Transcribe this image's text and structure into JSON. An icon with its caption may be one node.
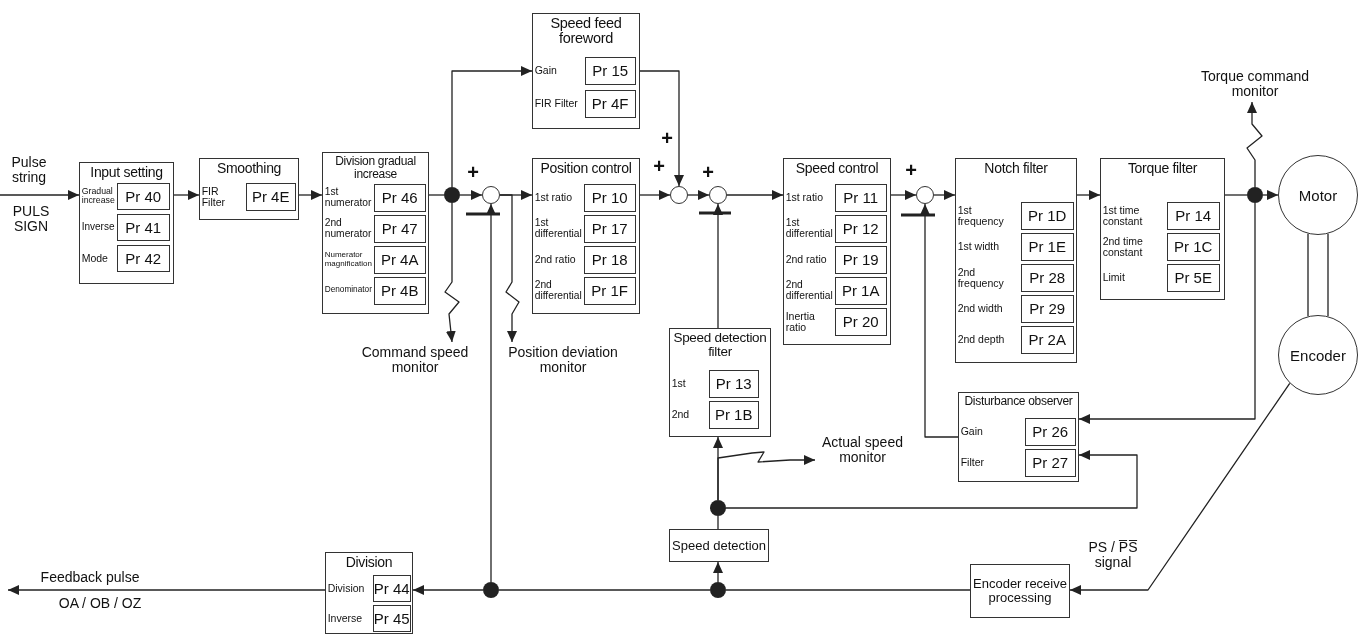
{
  "diagram": {
    "nodes": [
      {
        "text": [
          "Input setting"
        ]
      },
      {
        "text": [
          "Pr 40"
        ],
        "in": 0,
        "beside": [
          "Gradual increase"
        ]
      },
      {
        "text": [
          "Pr 41"
        ],
        "in": 0,
        "beside": [
          "Inverse"
        ]
      },
      {
        "text": [
          "Pr 42"
        ],
        "in": 0,
        "beside": [
          "Mode"
        ]
      },
      {
        "text": [
          "Smoothing"
        ]
      },
      {
        "text": [
          "Pr 4E"
        ],
        "in": 4,
        "beside": [
          "FIR Filter"
        ]
      },
      {
        "text": [
          "Division gradual increase"
        ]
      },
      {
        "text": [
          "Pr 46"
        ],
        "in": 6,
        "beside": [
          "1st numerator"
        ]
      },
      {
        "text": [
          "Pr 47"
        ],
        "in": 6,
        "beside": [
          "2nd numerator"
        ]
      },
      {
        "text": [
          "Pr 4A"
        ],
        "in": 6,
        "beside": [
          "Numerator magnification"
        ]
      },
      {
        "text": [
          "Pr 4B"
        ],
        "in": 6,
        "beside": [
          "Denominator"
        ]
      },
      {
        "text": [
          "Speed feed foreword"
        ]
      },
      {
        "text": [
          "Pr 15"
        ],
        "in": 11,
        "beside": [
          "Gain"
        ]
      },
      {
        "text": [
          "Pr 4F"
        ],
        "in": 11,
        "beside": [
          "FIR Filter"
        ]
      },
      {
        "text": [
          "Position control"
        ]
      },
      {
        "text": [
          "Pr 10"
        ],
        "in": 14,
        "beside": [
          "1st ratio"
        ]
      },
      {
        "text": [
          "Pr 17"
        ],
        "in": 14,
        "beside": [
          "1st differential"
        ]
      },
      {
        "text": [
          "Pr 18"
        ],
        "in": 14,
        "beside": [
          "2nd ratio"
        ]
      },
      {
        "text": [
          "Pr 1F"
        ],
        "in": 14,
        "beside": [
          "2nd differential"
        ]
      },
      {
        "text": [
          "Speed control"
        ]
      },
      {
        "text": [
          "Pr 11"
        ],
        "in": 19,
        "beside": [
          "1st ratio"
        ]
      },
      {
        "text": [
          "Pr 12"
        ],
        "in": 19,
        "beside": [
          "1st differential"
        ]
      },
      {
        "text": [
          "Pr 19"
        ],
        "in": 19,
        "beside": [
          "2nd ratio"
        ]
      },
      {
        "text": [
          "Pr 1A"
        ],
        "in": 19,
        "beside": [
          "2nd differential"
        ]
      },
      {
        "text": [
          "Pr 20"
        ],
        "in": 19,
        "beside": [
          "Inertia ratio"
        ]
      },
      {
        "text": [
          "Notch filter"
        ]
      },
      {
        "text": [
          "Pr 1D"
        ],
        "in": 25,
        "beside": [
          "1st frequency"
        ]
      },
      {
        "text": [
          "Pr 1E"
        ],
        "in": 25,
        "beside": [
          "1st width"
        ]
      },
      {
        "text": [
          "Pr 28"
        ],
        "in": 25,
        "beside": [
          "2nd frequency"
        ]
      },
      {
        "text": [
          "Pr 29"
        ],
        "in": 25,
        "beside": [
          "2nd width"
        ]
      },
      {
        "text": [
          "Pr 2A"
        ],
        "in": 25,
        "beside": [
          "2nd depth"
        ]
      },
      {
        "text": [
          "Torque filter"
        ]
      },
      {
        "text": [
          "Pr 14"
        ],
        "in": 31,
        "beside": [
          "1st time constant"
        ]
      },
      {
        "text": [
          "Pr 1C"
        ],
        "in": 31,
        "beside": [
          "2nd time constant"
        ]
      },
      {
        "text": [
          "Pr 5E"
        ],
        "in": 31,
        "beside": [
          "Limit"
        ]
      },
      {
        "text": [
          "Torque command monitor"
        ]
      },
      {
        "text": [
          "Motor"
        ]
      },
      {
        "text": [
          "Encoder"
        ]
      },
      {
        "text": [
          "Speed detection filter"
        ]
      },
      {
        "text": [
          "Pr 13"
        ],
        "in": 38,
        "beside": [
          "1st"
        ]
      },
      {
        "text": [
          "Pr 1B"
        ],
        "in": 38,
        "beside": [
          "2nd"
        ]
      },
      {
        "text": [
          "Disturbance observer"
        ]
      },
      {
        "text": [
          "Pr 26"
        ],
        "in": 41,
        "beside": [
          "Gain"
        ]
      },
      {
        "text": [
          "Pr 27"
        ],
        "in": 41,
        "beside": [
          "Filter"
        ]
      },
      {
        "text": [
          "Command speed monitor"
        ]
      },
      {
        "text": [
          "Position deviation monitor"
        ]
      },
      {
        "text": [
          "Actual speed monitor"
        ]
      },
      {
        "text": [
          "Speed detection"
        ]
      },
      {
        "text": [
          "Division"
        ]
      },
      {
        "text": [
          "Pr 44"
        ],
        "in": 48,
        "beside": [
          "Division"
        ]
      },
      {
        "text": [
          "Pr 45"
        ],
        "in": 48,
        "beside": [
          "Inverse"
        ]
      },
      {
        "text": [
          "Encoder receive processing"
        ]
      },
      {
        "text": [],
        "shape": "circle"
      },
      {
        "text": [],
        "shape": "circle"
      },
      {
        "text": [],
        "shape": "circle"
      },
      {
        "text": [],
        "shape": "circle"
      },
      {
        "text": [],
        "shape": "circle"
      },
      {
        "text": [],
        "shape": "circle"
      },
      {
        "text": [],
        "shape": "circle"
      },
      {
        "text": [],
        "shape": "circle"
      },
      {
        "text": [],
        "shape": "circle"
      }
    ],
    "edges": [
      {
        "from": null,
        "to": 0,
        "arrow": "to",
        "label": "Pulse string"
      },
      {
        "from": 0,
        "to": 4,
        "arrow": "to"
      },
      {
        "from": 4,
        "to": 6,
        "arrow": "to"
      },
      {
        "from": 6,
        "to": 52,
        "arrow": "none"
      },
      {
        "from": 52,
        "to": 53,
        "arrow": "to"
      },
      {
        "from": 52,
        "to": 11,
        "arrow": "to"
      },
      {
        "from": 52,
        "to": 44,
        "arrow": "to"
      },
      {
        "from": 53,
        "to": 14,
        "arrow": "to"
      },
      {
        "from": 53,
        "to": 45,
        "arrow": "to"
      },
      {
        "from": 14,
        "to": 54,
        "arrow": "to"
      },
      {
        "from": 11,
        "to": 54,
        "arrow": "to"
      },
      {
        "from": 54,
        "to": 55,
        "arrow": "to"
      },
      {
        "from": 55,
        "to": 19,
        "arrow": "to"
      },
      {
        "from": 38,
        "to": 55,
        "arrow": "to"
      },
      {
        "from": 19,
        "to": 56,
        "arrow": "to"
      },
      {
        "from": 56,
        "to": 25,
        "arrow": "to"
      },
      {
        "from": 41,
        "to": 56,
        "arrow": "to"
      },
      {
        "from": 25,
        "to": 31,
        "arrow": "to"
      },
      {
        "from": 31,
        "to": 57,
        "arrow": "none"
      },
      {
        "from": 57,
        "to": 36,
        "arrow": "to"
      },
      {
        "from": 57,
        "to": 35,
        "arrow": "to"
      },
      {
        "from": 57,
        "to": 41,
        "arrow": "to"
      },
      {
        "from": 36,
        "to": 37,
        "arrow": "none"
      },
      {
        "from": 37,
        "to": 51,
        "arrow": "to",
        "label": "PS / P̅S̅ signal"
      },
      {
        "from": 51,
        "to": 60,
        "arrow": "none"
      },
      {
        "from": 60,
        "to": 47,
        "arrow": "to"
      },
      {
        "from": 47,
        "to": 58,
        "arrow": "none"
      },
      {
        "from": 58,
        "to": 38,
        "arrow": "to"
      },
      {
        "from": 58,
        "to": 41,
        "arrow": "to"
      },
      {
        "from": 58,
        "to": 46,
        "arrow": "to"
      },
      {
        "from": 60,
        "to": 59,
        "arrow": "none"
      },
      {
        "from": 59,
        "to": 53,
        "arrow": "to"
      },
      {
        "from": 59,
        "to": 48,
        "arrow": "to"
      },
      {
        "from": 48,
        "to": null,
        "arrow": "to",
        "label": "Feedback pulse"
      }
    ],
    "labels": [
      "+",
      "+",
      "+",
      "+",
      "+",
      "PULS SIGN",
      "OA / OB / OZ"
    ]
  }
}
